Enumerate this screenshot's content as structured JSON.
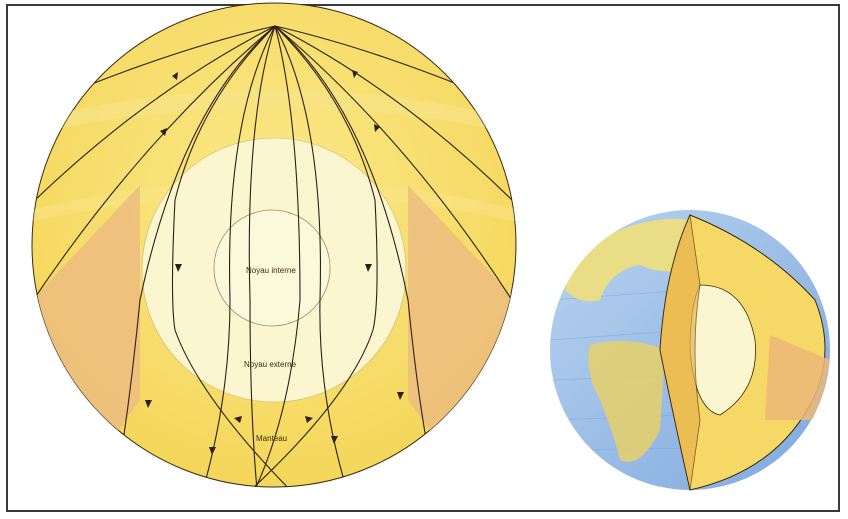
{
  "labels": {
    "inner_core": "Noyau interne",
    "outer_core": "Noyau externe",
    "mantle": "Manteau"
  },
  "colors": {
    "mantle": "#f6df6a",
    "mantle_shadow": "#e9b87a",
    "outer_core": "#fbf6cf",
    "inner_core": "#fbf7d6",
    "ray": "#2a2015",
    "ocean": "#8fb8e6",
    "land": "#f0e07a"
  }
}
